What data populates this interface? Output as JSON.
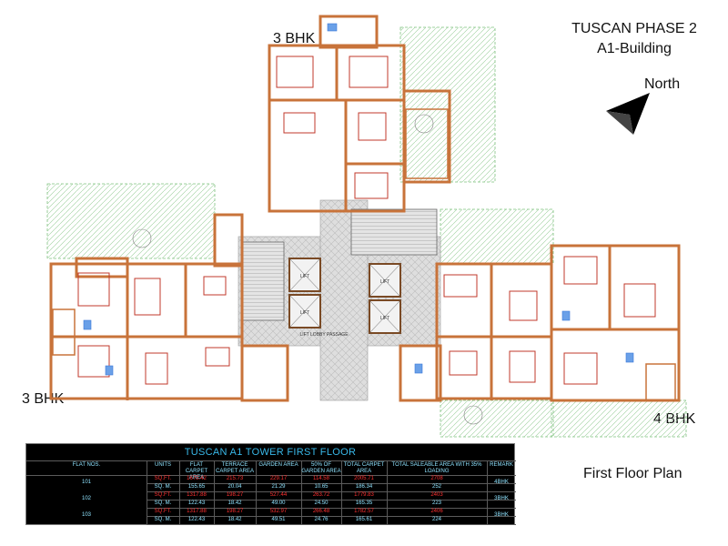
{
  "project_title": "TUSCAN PHASE 2",
  "building_name": "A1-Building",
  "north_label": "North",
  "plan_name": "First Floor Plan",
  "unit_labels": {
    "top": "3 BHK",
    "left": "3 BHK",
    "right": "4 BHK"
  },
  "common_labels": {
    "lift": "LIFT",
    "passage": "LIFT LOBBY PASSAGE"
  },
  "colors": {
    "wall": "#c8733a",
    "wall_dark": "#8a4a22",
    "paving": "#cfcfcf",
    "garden_hatch": "#7fc27f",
    "furniture": "#c0392b",
    "fixture": "#3a78d8",
    "table_bg": "#000000",
    "table_text": "#8fe3ff",
    "table_red": "#ff3030"
  },
  "area_table": {
    "title": "TUSCAN A1 TOWER  FIRST  FLOOR",
    "headers": [
      "FLAT NOS.",
      "UNITS",
      "FLAT CARPET AREA",
      "TERRACE CARPET AREA",
      "GARDEN AREA",
      "50% OF GARDEN AREA",
      "TOTAL CARPET AREA",
      "TOTAL SALEABLE AREA WITH 35% LOADING",
      "REMARK"
    ],
    "rows": [
      {
        "flat": "101",
        "remark": "4BHK",
        "sqft": [
          "SQ.FT.",
          "1675.42",
          "215.73",
          "229.17",
          "114.58",
          "2005.71",
          "2708"
        ],
        "sqm": [
          "SQ. M.",
          "155.65",
          "20.04",
          "21.29",
          "10.65",
          "186.34",
          "252"
        ]
      },
      {
        "flat": "102",
        "remark": "3BHK",
        "sqft": [
          "SQ.FT.",
          "1317.88",
          "198.27",
          "527.44",
          "263.72",
          "1779.83",
          "2403"
        ],
        "sqm": [
          "SQ. M.",
          "122.43",
          "18.42",
          "49.00",
          "24.50",
          "165.35",
          "223"
        ]
      },
      {
        "flat": "103",
        "remark": "3BHK",
        "sqft": [
          "SQ.FT.",
          "1317.88",
          "198.27",
          "532.97",
          "266.48",
          "1782.57",
          "2406"
        ],
        "sqm": [
          "SQ. M.",
          "122.43",
          "18.42",
          "49.51",
          "24.76",
          "165.61",
          "224"
        ]
      }
    ]
  }
}
